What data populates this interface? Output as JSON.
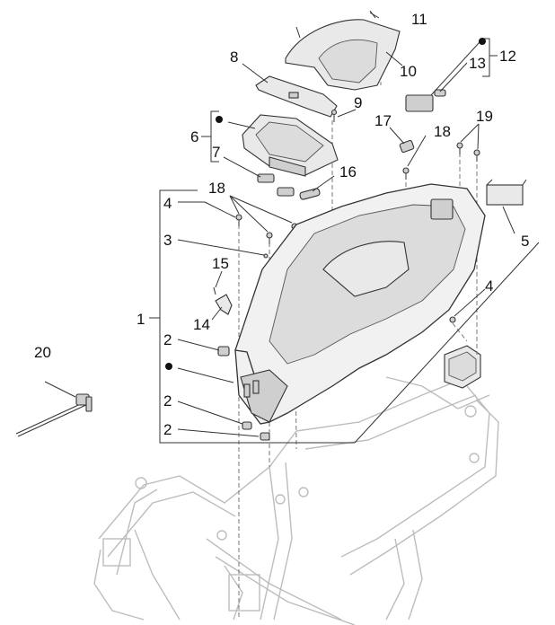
{
  "labels": [
    {
      "id": "1",
      "text": "1"
    },
    {
      "id": "2a",
      "text": "2"
    },
    {
      "id": "2b",
      "text": "2"
    },
    {
      "id": "2c",
      "text": "2"
    },
    {
      "id": "3",
      "text": "3"
    },
    {
      "id": "4a",
      "text": "4"
    },
    {
      "id": "4b",
      "text": "4"
    },
    {
      "id": "5",
      "text": "5"
    },
    {
      "id": "6",
      "text": "6"
    },
    {
      "id": "7",
      "text": "7"
    },
    {
      "id": "8",
      "text": "8"
    },
    {
      "id": "9",
      "text": "9"
    },
    {
      "id": "10",
      "text": "10"
    },
    {
      "id": "11",
      "text": "11"
    },
    {
      "id": "12",
      "text": "12"
    },
    {
      "id": "13",
      "text": "13"
    },
    {
      "id": "14",
      "text": "14"
    },
    {
      "id": "15",
      "text": "15"
    },
    {
      "id": "16",
      "text": "16"
    },
    {
      "id": "17",
      "text": "17"
    },
    {
      "id": "18a",
      "text": "18"
    },
    {
      "id": "18b",
      "text": "18"
    },
    {
      "id": "19",
      "text": "19"
    },
    {
      "id": "20",
      "text": "20"
    }
  ]
}
